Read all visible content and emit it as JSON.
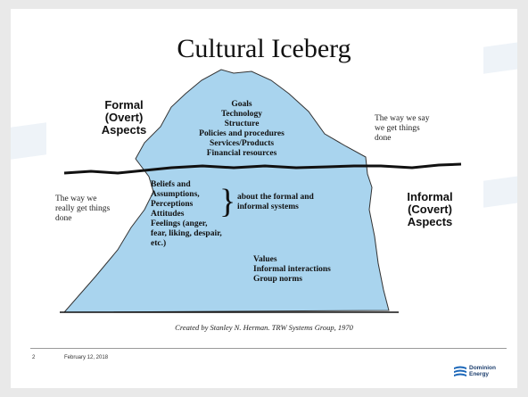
{
  "slide": {
    "title": "Cultural Iceberg",
    "formal_heading": [
      "Formal",
      "(Overt)",
      "Aspects"
    ],
    "informal_heading": [
      "Informal",
      "(Covert)",
      "Aspects"
    ],
    "say_note": [
      "The way we say",
      "we get things",
      "done"
    ],
    "really_note": [
      "The way we",
      "really get things",
      "done"
    ],
    "above_water": [
      "Goals",
      "Technology",
      "Structure",
      "Policies and procedures",
      "Services/Products",
      "Financial resources"
    ],
    "below_left": [
      "Beliefs and",
      "Assumptions,",
      "Perceptions",
      "Attitudes",
      "Feelings (anger,",
      "fear, liking, despair,",
      "etc.)"
    ],
    "brace_note": [
      "about the formal and",
      "informal systems"
    ],
    "below_right": [
      "Values",
      "Informal interactions",
      "Group norms"
    ],
    "credit": "Created by Stanley N. Herman. TRW Systems Group, 1970"
  },
  "footer": {
    "page_number": "2",
    "date": "February 12, 2018",
    "logo_text": [
      "Dominion",
      "Energy"
    ]
  },
  "colors": {
    "ice": "#a9d4ee",
    "water_line": "#111111",
    "logo_blue": "#1a66b8"
  }
}
